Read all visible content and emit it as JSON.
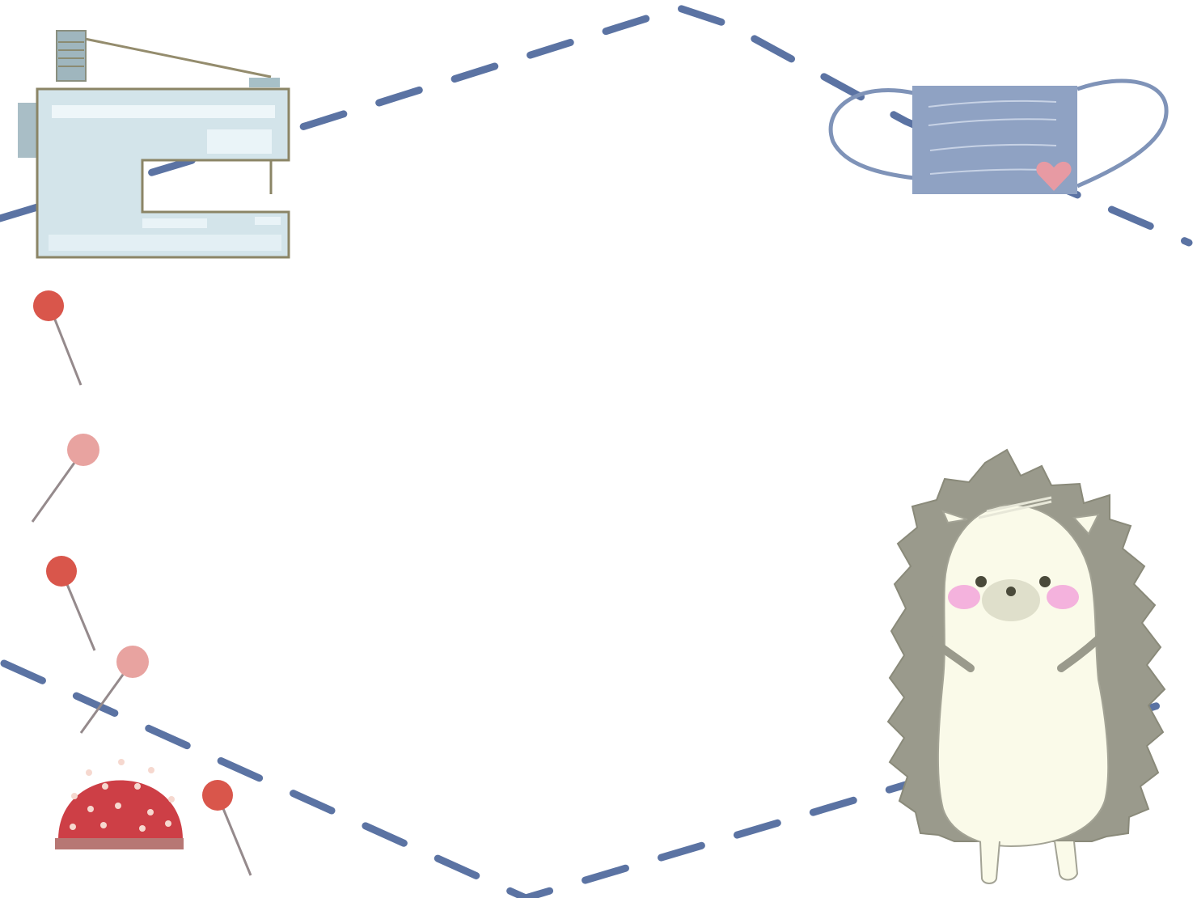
{
  "colors": {
    "stitch": "#5b73a3",
    "machine_body": "#d3e4ea",
    "machine_outline": "#8b8566",
    "mask_fabric": "#8fa2c3",
    "mask_strap": "#7f93b8",
    "heart": "#e79aa3",
    "pin_red": "#d9564b",
    "pin_pink": "#e8a3a0",
    "pin_shaft": "#958a8c",
    "cushion": "#cd3f46",
    "cushion_base": "#b77774",
    "hedgehog_spines": "#9a9a8c",
    "hedgehog_body": "#fafae9",
    "cheek": "#f29ad8"
  },
  "illustrations": [
    "sewing-machine",
    "face-mask",
    "sewing-pin",
    "pin-cushion",
    "hedgehog"
  ]
}
